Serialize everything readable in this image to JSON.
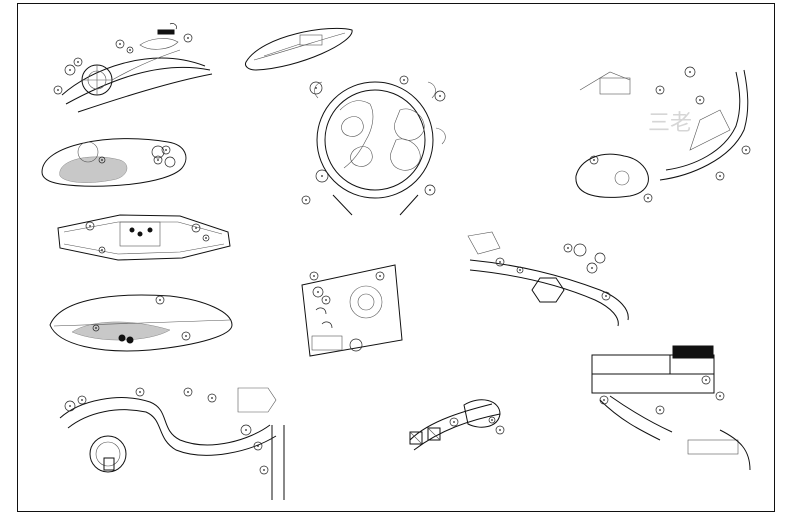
{
  "sheet": {
    "background": "#ffffff",
    "ink": "#111111",
    "shade": "#c8c8c8"
  },
  "watermark": {
    "text": "三老"
  },
  "plans": [
    {
      "id": "plan-1",
      "kind": "riverside-strip"
    },
    {
      "id": "plan-2",
      "kind": "lens-island"
    },
    {
      "id": "plan-3",
      "kind": "circular-plaza"
    },
    {
      "id": "plan-4",
      "kind": "oval-pond"
    },
    {
      "id": "plan-5",
      "kind": "hexagon-island"
    },
    {
      "id": "plan-6",
      "kind": "pier-island"
    },
    {
      "id": "plan-7",
      "kind": "square-plaza"
    },
    {
      "id": "plan-8",
      "kind": "pavilion-path"
    },
    {
      "id": "plan-9",
      "kind": "winding-garden"
    },
    {
      "id": "plan-10",
      "kind": "twin-pavilion"
    },
    {
      "id": "plan-11",
      "kind": "curved-promenade"
    },
    {
      "id": "plan-12",
      "kind": "parking-corner"
    }
  ]
}
